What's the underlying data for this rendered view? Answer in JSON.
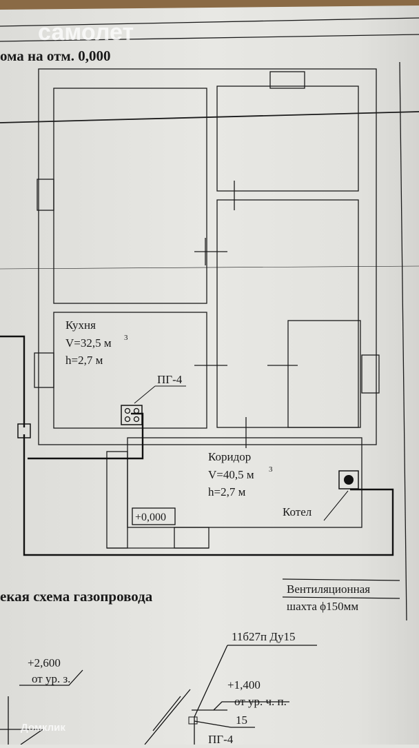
{
  "plan": {
    "title": "ома на отм. 0,000",
    "kitchen": {
      "name": "Кухня",
      "volume": "V=32,5 м",
      "volume_sup": "3",
      "height": "h=2,7 м"
    },
    "stove_label": "ПГ-4",
    "corridor": {
      "name": "Коридор",
      "volume": "V=40,5 м",
      "volume_sup": "3",
      "height": "h=2,7 м"
    },
    "boiler_label": "Котел",
    "level_mark": "+0,000",
    "vent_shaft": {
      "line1": "Вентиляционная",
      "line2": "шахта ϕ150мм"
    }
  },
  "scheme": {
    "title": "екая схема газопровода",
    "mark_left": {
      "value": "+2,600",
      "ref": "от ур. з."
    },
    "valve_label": "11б27п Ду15",
    "mark_right": {
      "value": "+1,400",
      "ref": "от ур. ч. п."
    },
    "diameter": "15",
    "stove_label": "ПГ-4"
  },
  "watermarks": {
    "top": "самолет",
    "bottom": "Домклик"
  },
  "colors": {
    "paper": "#e4e4e0",
    "ink": "#1a1a1a",
    "wood": "#8a6a45"
  }
}
